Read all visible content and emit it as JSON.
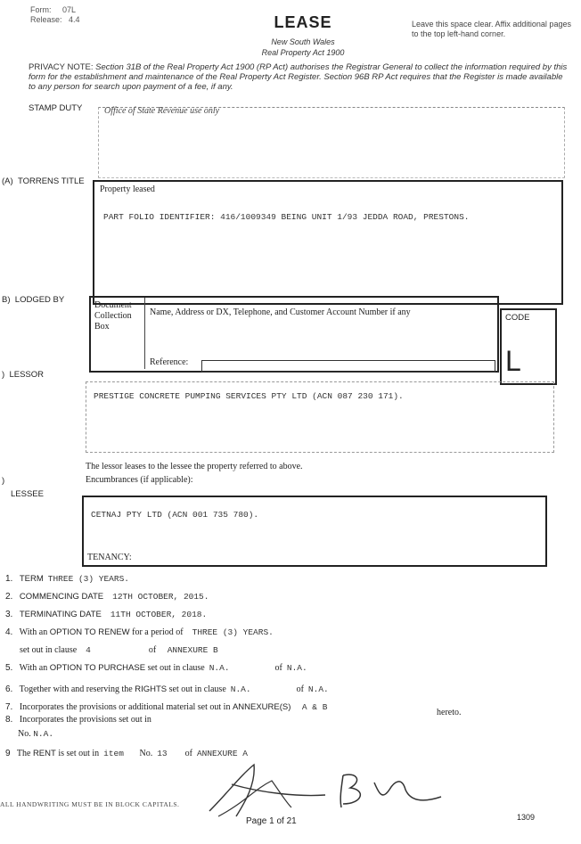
{
  "header": {
    "form": "Form:",
    "form_no": "07L",
    "release": "Release:",
    "release_no": "4.4",
    "title": "LEASE",
    "jurisdiction": "New South Wales",
    "act": "Real Property Act 1900",
    "margin_note": "Leave this space clear. Affix additional pages to the top left-hand corner."
  },
  "privacy": {
    "label": "PRIVACY NOTE:",
    "text": "Section 31B of the Real Property Act 1900 (RP Act) authorises the Registrar General to collect the information required by this form for the establishment and maintenance of the Real Property Act Register. Section 96B RP Act requires that the Register is made available to any person for search upon payment of a fee, if any."
  },
  "stamp_duty": {
    "label": "STAMP DUTY",
    "office_note": "Office of State Revenue use only"
  },
  "torrens": {
    "marker": "(A)",
    "label": "TORRENS TITLE",
    "caption": "Property leased",
    "value": "PART FOLIO IDENTIFIER: 416/1009349 BEING UNIT 1/93 JEDDA ROAD, PRESTONS."
  },
  "lodged": {
    "marker": "B)",
    "label": "LODGED BY",
    "doc_box": "Document Collection Box",
    "name_caption": "Name, Address or DX, Telephone, and Customer Account Number if any",
    "reference": "Reference:",
    "code_label": "CODE",
    "code_value": "L"
  },
  "lessor": {
    "marker": ")",
    "label": "LESSOR",
    "value": "PRESTIGE CONCRETE PUMPING SERVICES PTY LTD (ACN 087 230 171).",
    "leases_note": "The lessor leases to the lessee the property referred to above.",
    "encumbrances": "Encumbrances (if applicable):"
  },
  "lessee": {
    "marker": ")",
    "label": "LESSEE",
    "value": "CETNAJ PTY LTD (ACN 001 735 780).",
    "tenancy": "TENANCY:"
  },
  "items": {
    "i1": {
      "num": "1.",
      "label": "TERM",
      "value": "THREE (3) YEARS."
    },
    "i2": {
      "num": "2.",
      "label": "COMMENCING DATE",
      "value": "12TH OCTOBER, 2015."
    },
    "i3": {
      "num": "3.",
      "label": "TERMINATING DATE",
      "value": "11TH OCTOBER, 2018."
    },
    "i4": {
      "num": "4.",
      "pre": "With an",
      "label": "OPTION TO RENEW",
      "mid": "for a period of",
      "value": "THREE (3) YEARS.",
      "l2_pre": "set out in clause",
      "clause": "4",
      "of": "of",
      "annex": "ANNEXURE B"
    },
    "i5": {
      "num": "5.",
      "pre": "With an",
      "label": "OPTION TO PURCHASE",
      "mid": "set out in clause",
      "clause": "N.A.",
      "of": "of",
      "annex": "N.A."
    },
    "i6": {
      "num": "6.",
      "pre": "Together with and reserving the",
      "label": "RIGHTS",
      "mid": "set out in clause",
      "clause": "N.A.",
      "of": "of",
      "annex": "N.A."
    },
    "i7": {
      "num": "7.",
      "pre": "Incorporates the provisions or additional material set out in",
      "label": "ANNEXURE(S)",
      "value": "A & B",
      "post": "hereto."
    },
    "i8": {
      "num": "8.",
      "pre": "Incorporates the provisions set out in",
      "l2": "No.",
      "value": "N.A."
    },
    "i9": {
      "num": "9",
      "pre": "The",
      "label": "RENT",
      "mid": "is set out in",
      "word": "item",
      "no": "No.",
      "item_no": "13",
      "of": "of",
      "annex": "ANNEXURE A"
    }
  },
  "footer": {
    "caps_note": "ALL HANDWRITING MUST BE IN BLOCK CAPITALS.",
    "page_label": "Page 1 of",
    "page_total": "21",
    "code": "1309"
  }
}
